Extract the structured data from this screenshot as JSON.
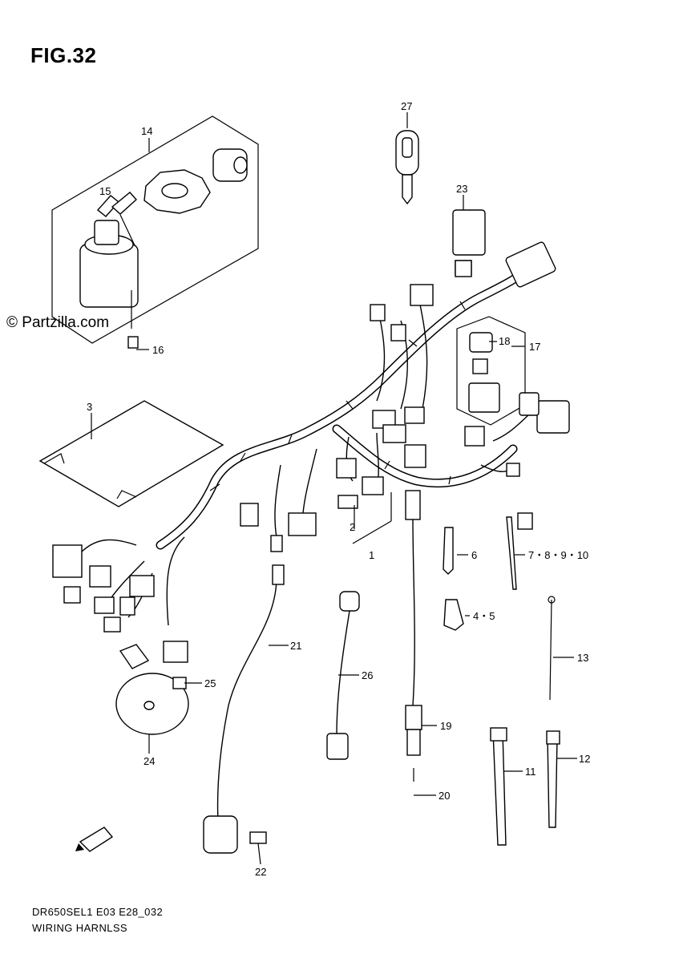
{
  "figure": {
    "title": "FIG.32",
    "watermark": "© Partzilla.com",
    "footer_code": "DR650SEL1 E03 E28_032",
    "footer_name": "WIRING HARNLSS"
  },
  "callouts": [
    {
      "id": "c1",
      "label": "1"
    },
    {
      "id": "c2",
      "label": "2"
    },
    {
      "id": "c3",
      "label": "3"
    },
    {
      "id": "c45",
      "label": "4・5"
    },
    {
      "id": "c6",
      "label": "6"
    },
    {
      "id": "c7",
      "label": "7・8・9・10"
    },
    {
      "id": "c11",
      "label": "11"
    },
    {
      "id": "c12",
      "label": "12"
    },
    {
      "id": "c13",
      "label": "13"
    },
    {
      "id": "c14",
      "label": "14"
    },
    {
      "id": "c15",
      "label": "15"
    },
    {
      "id": "c16",
      "label": "16"
    },
    {
      "id": "c17",
      "label": "17"
    },
    {
      "id": "c18",
      "label": "18"
    },
    {
      "id": "c19",
      "label": "19"
    },
    {
      "id": "c20",
      "label": "20"
    },
    {
      "id": "c21",
      "label": "21"
    },
    {
      "id": "c22",
      "label": "22"
    },
    {
      "id": "c23",
      "label": "23"
    },
    {
      "id": "c24",
      "label": "24"
    },
    {
      "id": "c25",
      "label": "25"
    },
    {
      "id": "c26",
      "label": "26"
    },
    {
      "id": "c27",
      "label": "27"
    }
  ]
}
